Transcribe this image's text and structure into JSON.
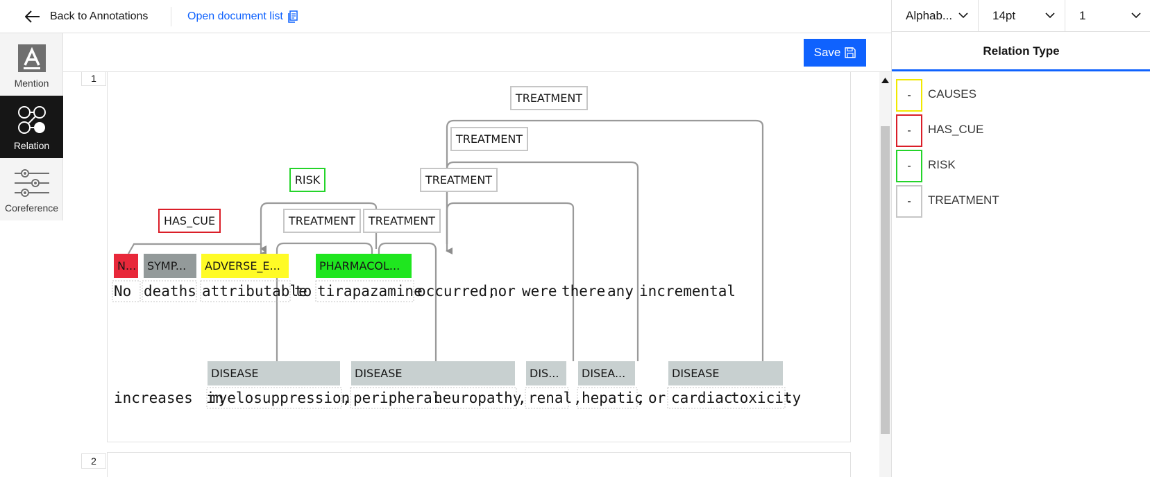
{
  "header": {
    "back_label": "Back to Annotations",
    "open_list_label": "Open document list"
  },
  "right_panel": {
    "sort_dropdown": "Alphab...",
    "font_size_dropdown": "14pt",
    "page_dropdown": "1",
    "title": "Relation Type",
    "relation_types": [
      {
        "swatch": "-",
        "label": "CAUSES",
        "color": "#f1e900"
      },
      {
        "swatch": "-",
        "label": "HAS_CUE",
        "color": "#da1e28"
      },
      {
        "swatch": "-",
        "label": "RISK",
        "color": "#24d42a"
      },
      {
        "swatch": "-",
        "label": "TREATMENT",
        "color": "#c6c6c6"
      }
    ]
  },
  "tools": [
    {
      "label": "Mention",
      "icon": "mention-icon",
      "active": false
    },
    {
      "label": "Relation",
      "icon": "relation-icon",
      "active": true
    },
    {
      "label": "Coreference",
      "icon": "coreference-icon",
      "active": false
    }
  ],
  "toolbar": {
    "save_label": "Save"
  },
  "document": {
    "line_numbers": [
      "1",
      "2"
    ],
    "line1_words": [
      "No",
      "deaths",
      "attributable",
      "to",
      "tirapazamine",
      "occurred,",
      "nor",
      "were",
      "there",
      "any",
      "incremental"
    ],
    "line2_words": [
      "increases",
      "in",
      "myelosuppression",
      ",",
      "peripheral",
      "neuropathy",
      ",",
      "renal",
      ",",
      "hepatic",
      ",",
      "or",
      "cardiac",
      "toxicity",
      "."
    ],
    "entities_line1": [
      {
        "label": "N...",
        "color": "#e8283a",
        "text_color": "#ffffff"
      },
      {
        "label": "SYMP...",
        "color": "#939a9a",
        "text_color": "#161616"
      },
      {
        "label": "ADVERSE_E...",
        "color": "#fffb26",
        "text_color": "#161616"
      },
      {
        "label": "PHARMACOL...",
        "color": "#1fe61f",
        "text_color": "#161616"
      }
    ],
    "entities_line2": [
      {
        "label": "DISEASE",
        "color": "#c8d0d0"
      },
      {
        "label": "DISEASE",
        "color": "#c8d0d0"
      },
      {
        "label": "DIS...",
        "color": "#c8d0d0"
      },
      {
        "label": "DISEA...",
        "color": "#c8d0d0"
      },
      {
        "label": "DISEASE",
        "color": "#c8d0d0"
      }
    ],
    "relations": [
      {
        "label": "HAS_CUE",
        "color": "#da1e28"
      },
      {
        "label": "RISK",
        "color": "#24d42a"
      },
      {
        "label": "TREATMENT",
        "color": "#c6c6c6"
      },
      {
        "label": "TREATMENT",
        "color": "#c6c6c6"
      },
      {
        "label": "TREATMENT",
        "color": "#c6c6c6"
      },
      {
        "label": "TREATMENT",
        "color": "#c6c6c6"
      },
      {
        "label": "TREATMENT",
        "color": "#c6c6c6"
      }
    ]
  }
}
